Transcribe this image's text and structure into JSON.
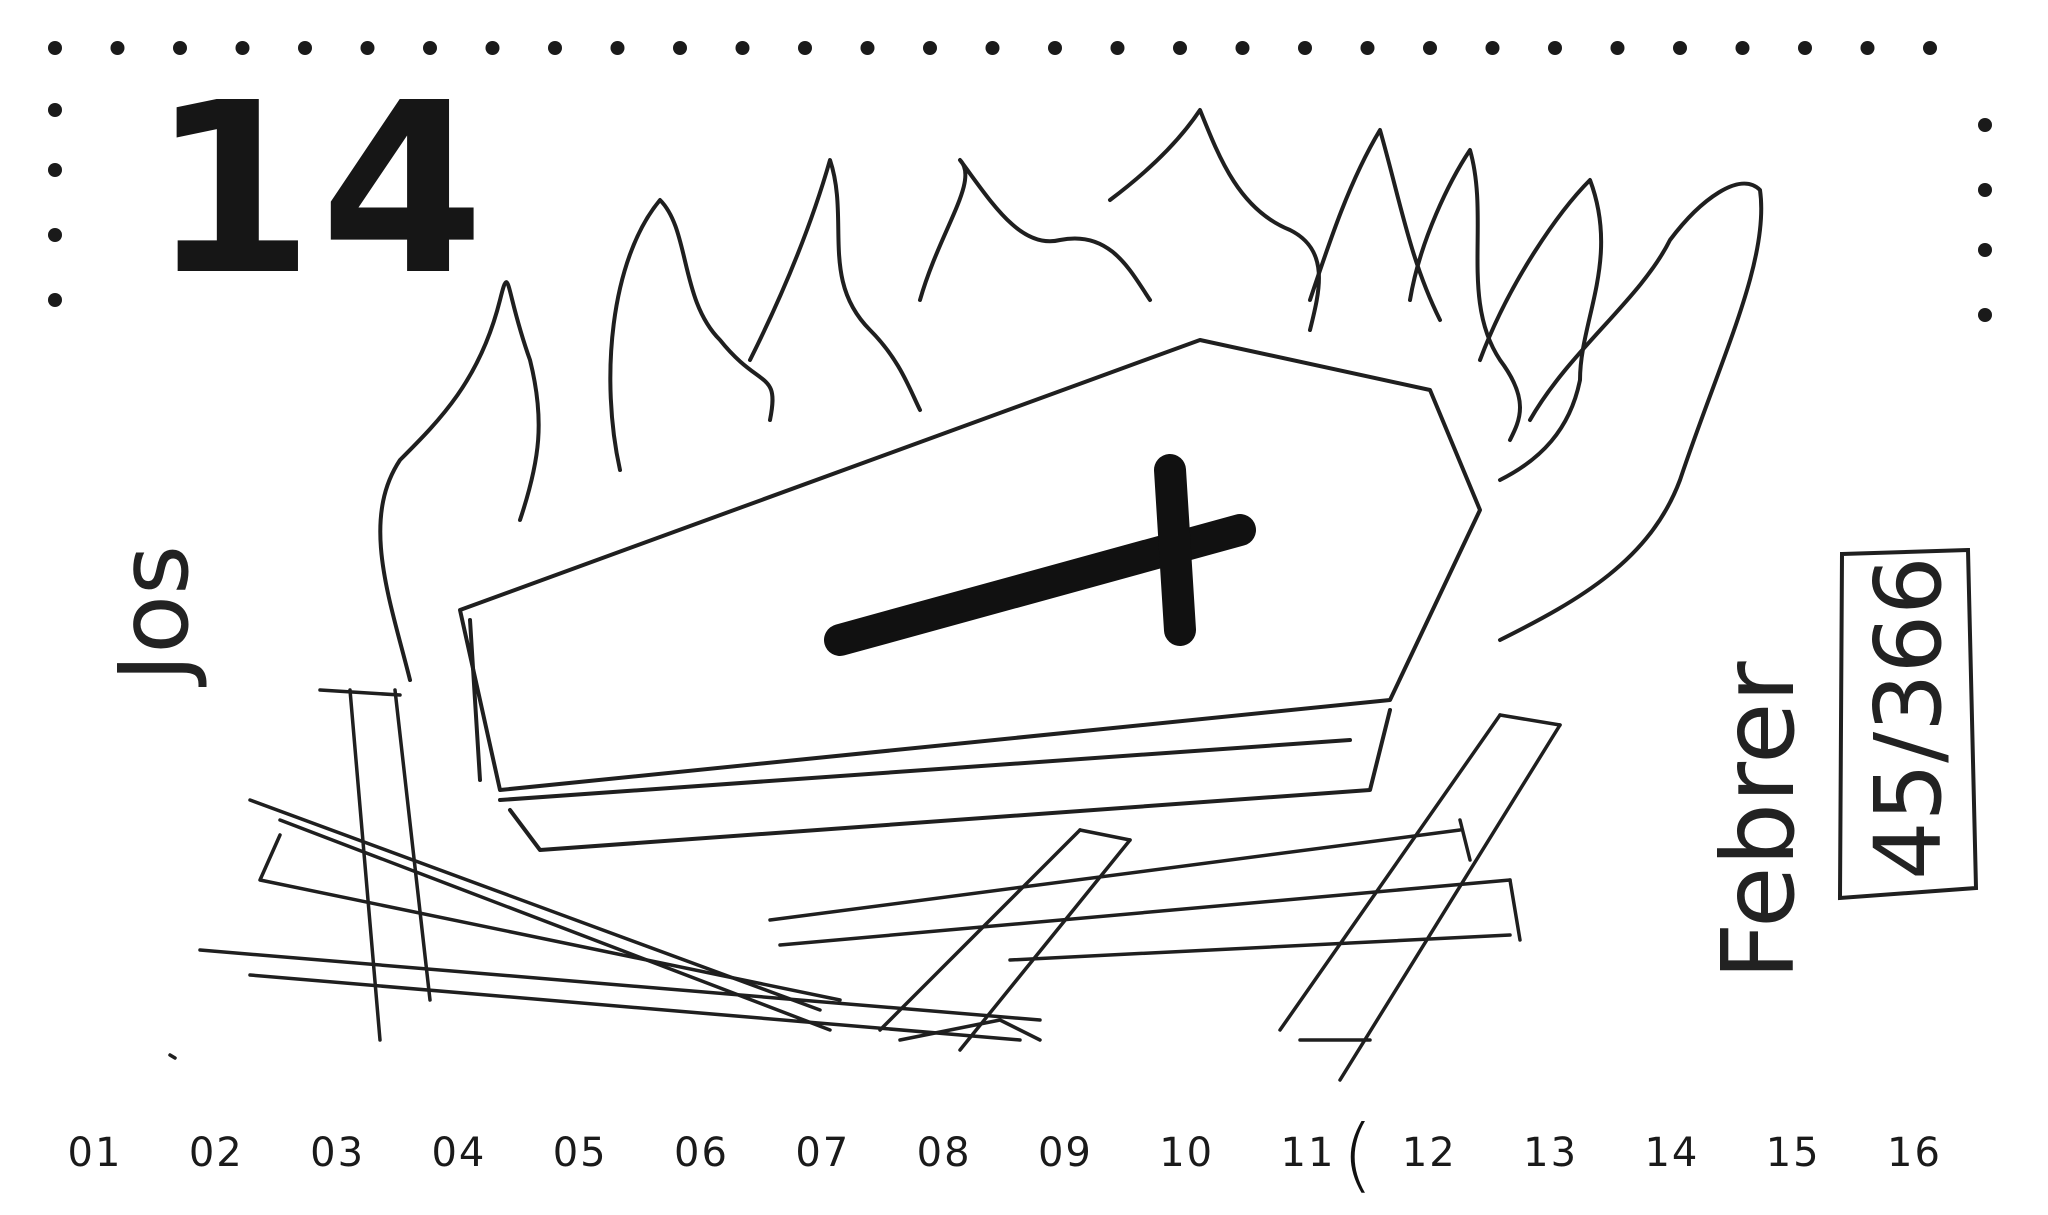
{
  "day_number": "14",
  "weekday_handwritten": "Jos",
  "month_handwritten": "Febrer",
  "day_counter": {
    "current": "45",
    "total": "366",
    "text": "45/366"
  },
  "hour_marks": [
    "01",
    "02",
    "03",
    "04",
    "05",
    "06",
    "07",
    "08",
    "09",
    "10",
    "11",
    "12",
    "13",
    "14",
    "15",
    "16"
  ],
  "hour_bracket": "(",
  "drawing": {
    "subject": "coffin-on-fire-with-cross-and-woodpile"
  },
  "colors": {
    "ink": "#1a1a1a",
    "paper": "#ffffff"
  }
}
